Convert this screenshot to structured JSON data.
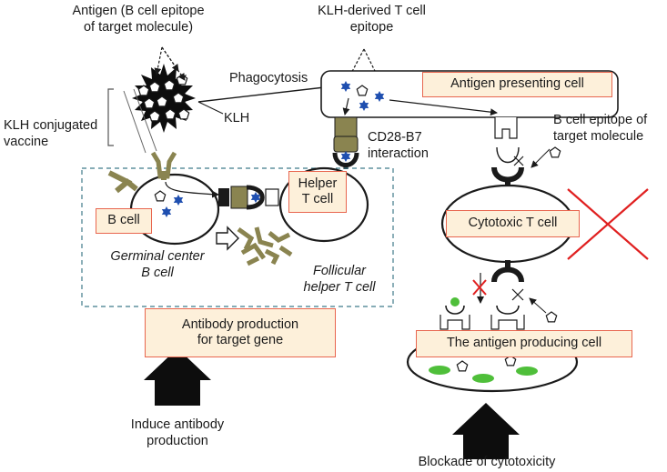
{
  "labels": {
    "antigen": "Antigen (B cell epitope\nof target molecule)",
    "klh_tcell_epitope": "KLH-derived T cell\nepitope",
    "phagocytosis": "Phagocytosis",
    "klh": "KLH",
    "klh_conjugated_vaccine": "KLH conjugated\nvaccine",
    "cd28_b7": "CD28-B7\ninteraction",
    "b_cell_epitope_target": "B cell epitope of\ntarget molecule",
    "germinal_center_b_cell": "Germinal center\nB cell",
    "follicular_helper_t_cell": "Follicular\nhelper T cell",
    "induce_antibody": "Induce antibody\nproduction",
    "blockade": "Blockade of cytotoxicity"
  },
  "boxes": {
    "antigen_presenting_cell": "Antigen presenting cell",
    "helper_t_cell": "Helper\nT cell",
    "b_cell": "B cell",
    "cytotoxic_t_cell": "Cytotoxic T cell",
    "antibody_production": "Antibody production\nfor target gene",
    "antigen_producing_cell": "The antigen producing cell"
  },
  "colors": {
    "box_fill": "#fdf0da",
    "box_border": "#e8664f",
    "epitope_blue": "#1f4fb0",
    "olive": "#8a8450",
    "green": "#4fbf3a",
    "red_cross": "#e02020"
  }
}
